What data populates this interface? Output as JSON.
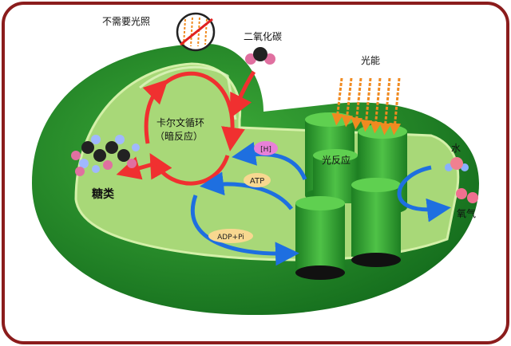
{
  "labels": {
    "no_light": "不需要光照",
    "co2": "二氧化碳",
    "light_energy": "光能",
    "calvin_line1": "卡尔文循环",
    "calvin_line2": "（暗反应）",
    "nadph": "[H]",
    "atp": "ATP",
    "adp": "ADP+Pi",
    "light_reaction": "光反应",
    "water": "水",
    "oxygen": "氧气",
    "sugar": "糖类"
  },
  "colors": {
    "frame": "#8b1c1c",
    "chloroplast_dark": "#1f8a2a",
    "stroma": "#a8d878",
    "calvin_arrow": "#f03030",
    "transport_arrow": "#1e6fe0",
    "light_arrow": "#f08a20"
  }
}
